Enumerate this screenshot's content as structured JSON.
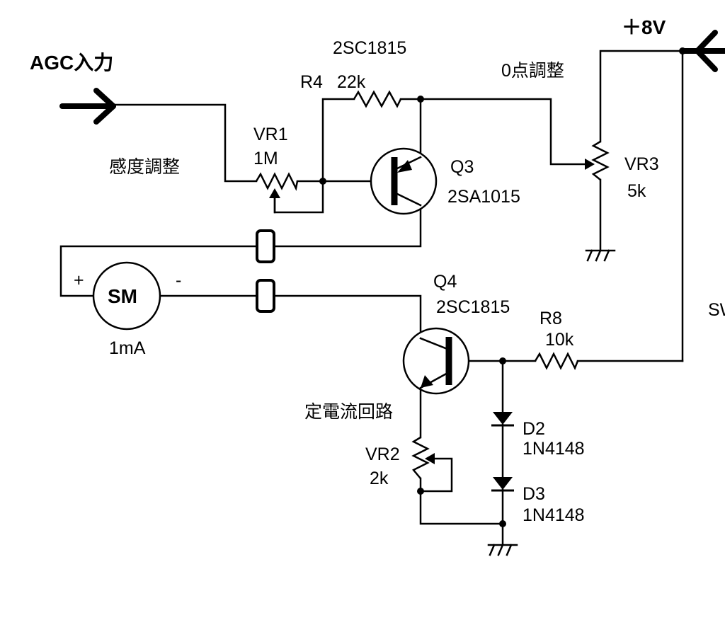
{
  "labels": {
    "agc_input": "AGC入力",
    "sensitivity_adjust": "感度調整",
    "zero_adjust": "0点調整",
    "supply": "＋8V",
    "constant_current": "定電流回路",
    "sw_partial": "SW",
    "plus_sign": "+",
    "minus_sign": "-"
  },
  "components": {
    "q1_part": "2SC1815",
    "r4_ref": "R4",
    "r4_value": "22k",
    "vr1_ref": "VR1",
    "vr1_value": "1M",
    "q3_ref": "Q3",
    "q3_part": "2SA1015",
    "vr3_ref": "VR3",
    "vr3_value": "5k",
    "meter_symbol": "SM",
    "meter_value": "1mA",
    "q4_ref": "Q4",
    "q4_part": "2SC1815",
    "r8_ref": "R8",
    "r8_value": "10k",
    "d2_ref": "D2",
    "d2_part": "1N4148",
    "d3_ref": "D3",
    "d3_part": "1N4148",
    "vr2_ref": "VR2",
    "vr2_value": "2k"
  }
}
